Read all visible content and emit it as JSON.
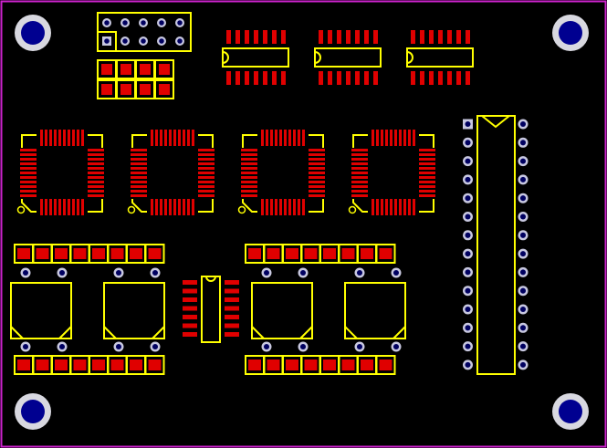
{
  "colors": {
    "background": "#000000",
    "board_outline": "#cc22cc",
    "silkscreen": "#ffff00",
    "copper_pad": "#e00000",
    "via_ring": "#c8c8e0",
    "via_hole": "#000060",
    "mount_ring": "#d8d8e0",
    "mount_hole": "#000090"
  },
  "components": {
    "mounting_holes": 4,
    "header_2x5": 1,
    "smd_resistors_2x4": 1,
    "soic_14": 3,
    "plcc_28": 4,
    "smd_pad_rows": 4,
    "relays": 4,
    "soic_8": 1,
    "dip_28": 1
  }
}
